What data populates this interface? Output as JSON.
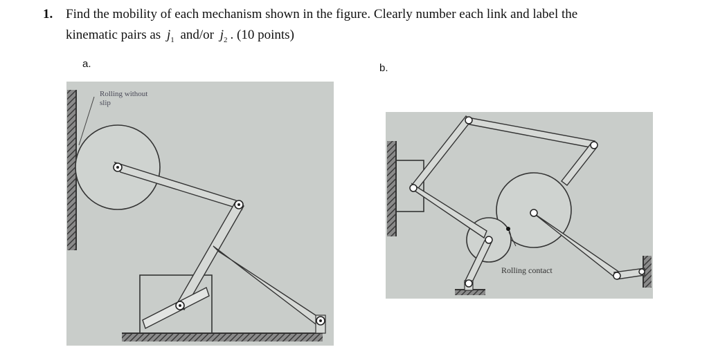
{
  "question": {
    "number": "1.",
    "line1": "Find the mobility of each mechanism shown in the figure. Clearly number each link and label the",
    "line2_start": "kinematic pairs as",
    "j1_base": "j",
    "j1_sub": "1",
    "and_or": "and/or",
    "j2_base": "j",
    "j2_sub": "2",
    "points": ". (10 points)"
  },
  "figure_a": {
    "label": "a.",
    "annotation": "Rolling without slip"
  },
  "figure_b": {
    "label": "b.",
    "annotation": "Rolling contact"
  }
}
